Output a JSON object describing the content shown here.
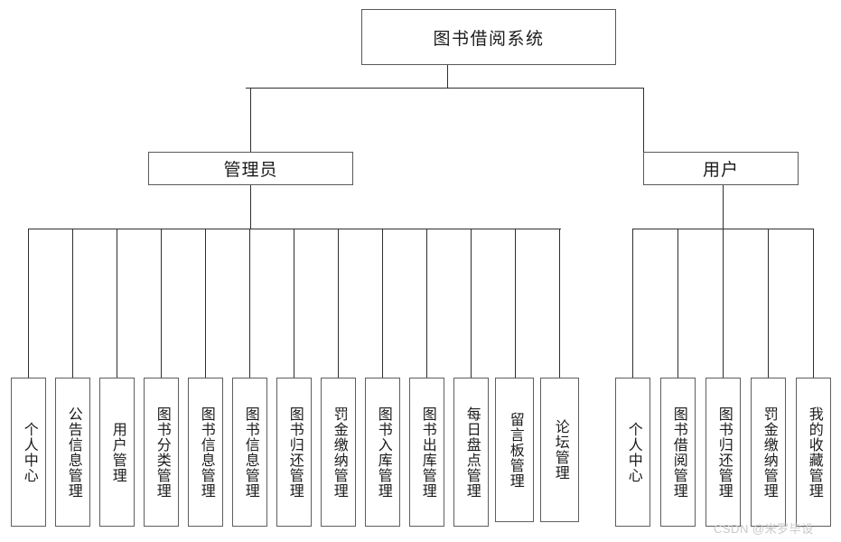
{
  "diagram": {
    "title": "图书借阅系统",
    "type": "功能结构图",
    "root": {
      "label": "图书借阅系统"
    },
    "branches": [
      {
        "id": "admin",
        "label": "管理员",
        "leaves": [
          {
            "label": "个人中心"
          },
          {
            "label": "公告信息管理"
          },
          {
            "label": "用户管理"
          },
          {
            "label": "图书分类管理"
          },
          {
            "label": "图书信息管理"
          },
          {
            "label": "图书信息管理"
          },
          {
            "label": "图书归还管理"
          },
          {
            "label": "罚金缴纳管理"
          },
          {
            "label": "图书入库管理"
          },
          {
            "label": "图书出库管理"
          },
          {
            "label": "每日盘点管理"
          },
          {
            "label": "留言板管理"
          },
          {
            "label": "论坛管理"
          }
        ]
      },
      {
        "id": "user",
        "label": "用户",
        "leaves": [
          {
            "label": "个人中心"
          },
          {
            "label": "图书借阅管理"
          },
          {
            "label": "图书归还管理"
          },
          {
            "label": "罚金缴纳管理"
          },
          {
            "label": "我的收藏管理"
          }
        ]
      }
    ]
  },
  "watermark": {
    "text": "CSDN @米罗毕设"
  },
  "colors": {
    "node_border": "#595959",
    "leaf_border": "#5e5e5e",
    "edge": "#2f2f2f",
    "background": "#ffffff",
    "text": "#1b1b1b",
    "watermark": "#c8c8c8"
  }
}
